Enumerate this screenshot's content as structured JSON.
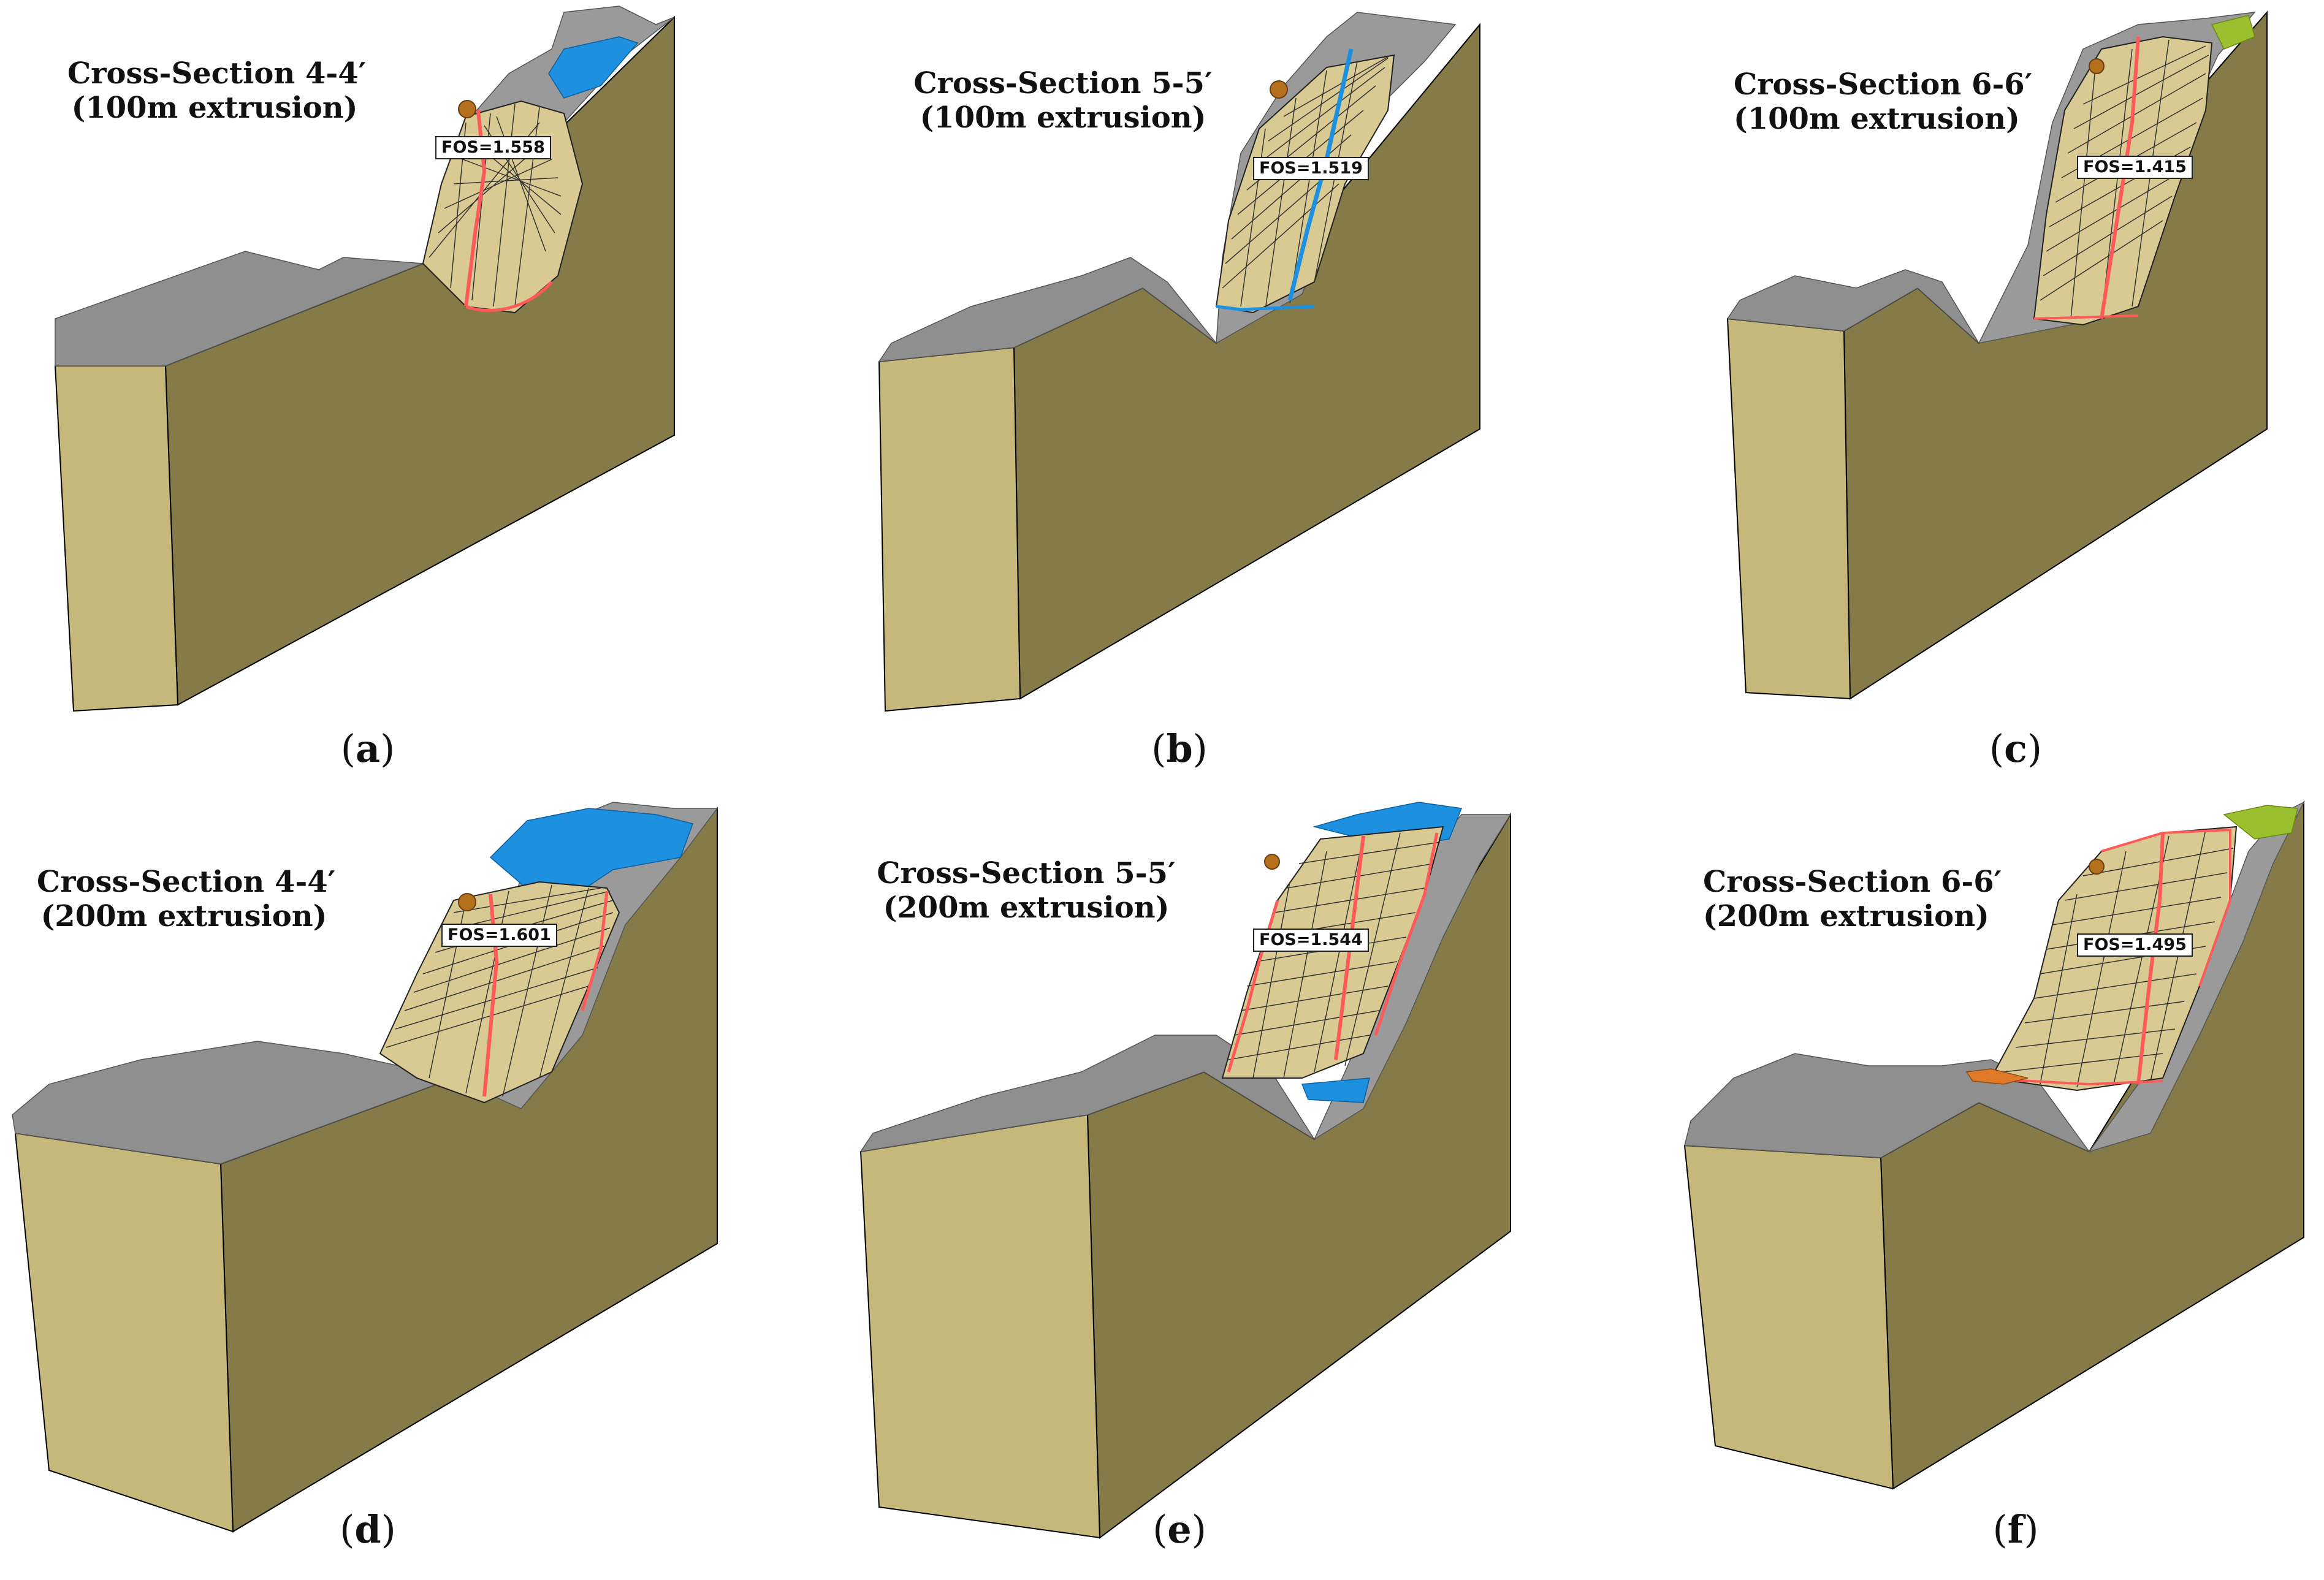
{
  "panels": [
    {
      "title": "Cross-Section 4-4′",
      "subtitle": "(100m extrusion)",
      "fos": "FOS=1.558",
      "label": "a"
    },
    {
      "title": "Cross-Section 5-5′",
      "subtitle": "(100m extrusion)",
      "fos": "FOS=1.519",
      "label": "b"
    },
    {
      "title": "Cross-Section 6-6′",
      "subtitle": "(100m extrusion)",
      "fos": "FOS=1.415",
      "label": "c"
    },
    {
      "title": "Cross-Section 4-4′",
      "subtitle": "(200m extrusion)",
      "fos": "FOS=1.601",
      "label": "d"
    },
    {
      "title": "Cross-Section 5-5′",
      "subtitle": "(200m extrusion)",
      "fos": "FOS=1.544",
      "label": "e"
    },
    {
      "title": "Cross-Section 6-6′",
      "subtitle": "(200m extrusion)",
      "fos": "FOS=1.495",
      "label": "f"
    }
  ],
  "colors": {
    "front_face": "#c6b87a",
    "side_face": "#857b48",
    "terrain": "#8f8f8f",
    "water": "#1e90e0",
    "slip_mesh": "#d9c992",
    "slip_line": "#ff5a5a",
    "vegetation": "#9ac030",
    "marker": "#b5701e"
  }
}
